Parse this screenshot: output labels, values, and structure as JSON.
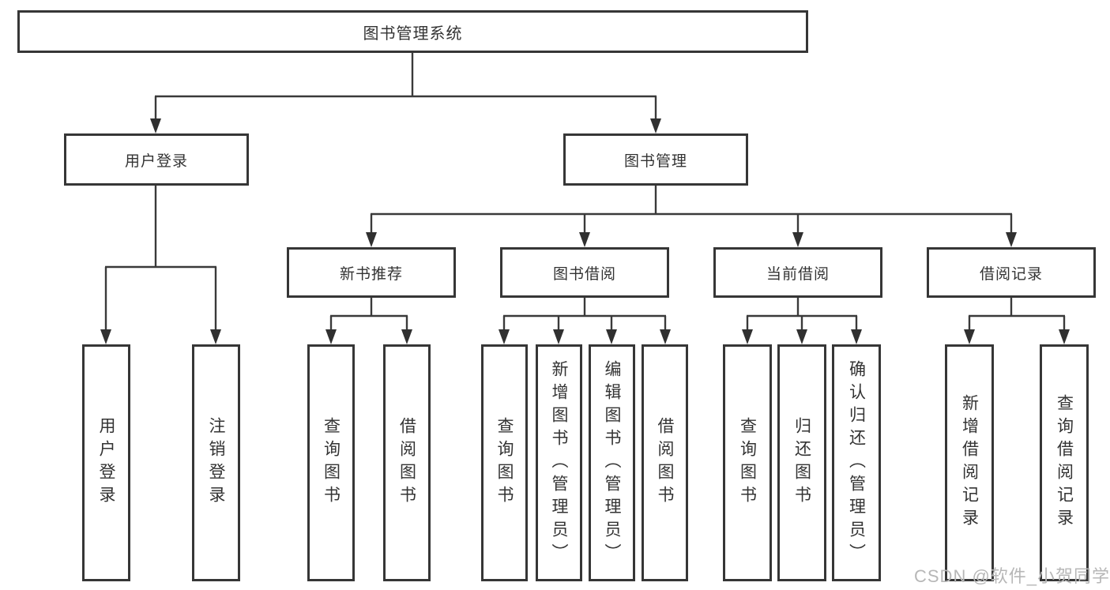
{
  "diagram": {
    "root": {
      "label": "图书管理系统"
    },
    "branches": [
      {
        "label": "用户登录",
        "children": [
          {
            "label": "用户登录"
          },
          {
            "label": "注销登录"
          }
        ]
      },
      {
        "label": "图书管理",
        "children": [
          {
            "label": "新书推荐",
            "children": [
              {
                "label": "查询图书"
              },
              {
                "label": "借阅图书"
              }
            ]
          },
          {
            "label": "图书借阅",
            "children": [
              {
                "label": "查询图书"
              },
              {
                "label": "新增图书（管理员）"
              },
              {
                "label": "编辑图书（管理员）"
              },
              {
                "label": "借阅图书"
              }
            ]
          },
          {
            "label": "当前借阅",
            "children": [
              {
                "label": "查询图书"
              },
              {
                "label": "归还图书"
              },
              {
                "label": "确认归还（管理员）"
              }
            ]
          },
          {
            "label": "借阅记录",
            "children": [
              {
                "label": "新增借阅记录"
              },
              {
                "label": "查询借阅记录"
              }
            ]
          }
        ]
      }
    ],
    "watermark": "CSDN @软件_小贺同学",
    "colors": {
      "border": "#363636",
      "line": "#3a3a3a",
      "arrow": "#303030",
      "text": "#333333",
      "watermark_text": "#b7b7b7",
      "background": "#ffffff"
    }
  }
}
